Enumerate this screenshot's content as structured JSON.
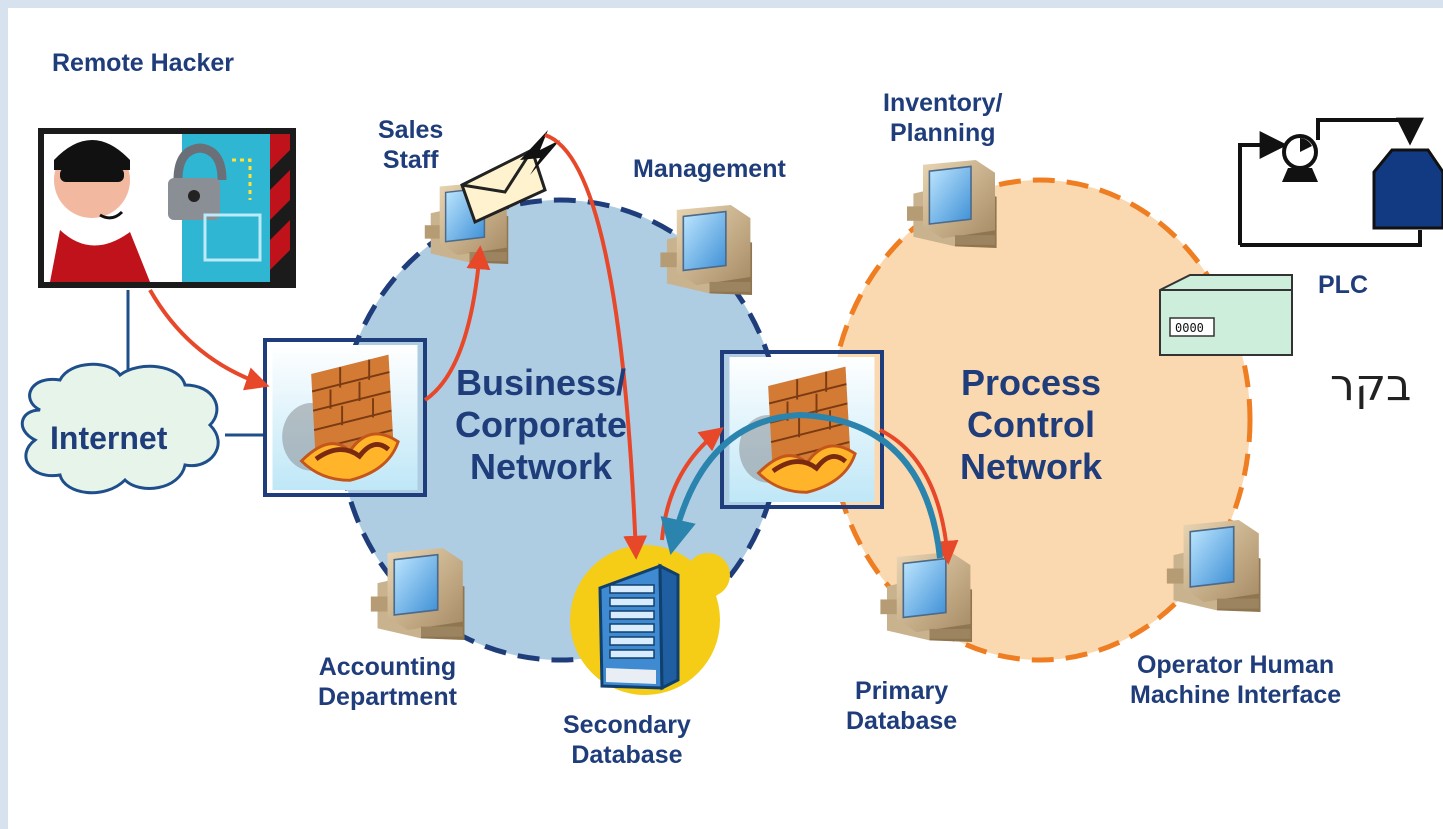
{
  "labels": {
    "remote_hacker": "Remote Hacker",
    "sales_staff": "Sales\nStaff",
    "management": "Management",
    "inventory_planning": "Inventory/\nPlanning",
    "plc": "PLC",
    "internet": "Internet",
    "business_network": "Business/\nCorporate\nNetwork",
    "process_network": "Process\nControl\nNetwork",
    "accounting": "Accounting\nDepartment",
    "secondary_db": "Secondary\nDatabase",
    "primary_db": "Primary\nDatabase",
    "operator_hmi": "Operator Human\nMachine Interface",
    "hebrew_text": "בקר",
    "plc_display": "0000"
  },
  "colors": {
    "label_text": "#1f3d7a",
    "business_fill": "#aecde3",
    "business_border": "#1f3d7a",
    "process_fill": "#fbd9b0",
    "process_border": "#ef7d22",
    "attack_arrow": "#e8482a",
    "return_arrow": "#2a84ad"
  }
}
